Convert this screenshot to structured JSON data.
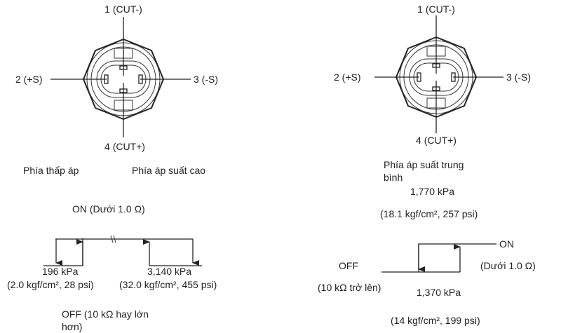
{
  "connectors": [
    {
      "pin1": "1 (CUT-)",
      "pin2": "2 (+S)",
      "pin3": "3 (-S)",
      "pin4": "4 (CUT+)"
    },
    {
      "pin1": "1 (CUT-)",
      "pin2": "2 (+S)",
      "pin3": "3 (-S)",
      "pin4": "4 (CUT+)"
    }
  ],
  "left": {
    "low_side_label": "Phía thấp áp",
    "high_side_label": "Phía áp suất cao",
    "on_label": "ON (Dưới 1.0 Ω)",
    "low_value": "196 kPa",
    "low_units": "(2.0 kgf/cm², 28 psi)",
    "high_value": "3,140 kPa",
    "high_units": "(32.0 kgf/cm², 455 psi)",
    "off_label_line1": "OFF (10 kΩ hay lớn",
    "off_label_line2": "hơn)"
  },
  "right": {
    "title_line1": "Phía áp suất trung",
    "title_line2": "bình",
    "on_value": "1,770 kPa",
    "on_units": "(18.1 kgf/cm², 257 psi)",
    "on_label": "ON",
    "on_resistance": "(Dưới 1.0 Ω)",
    "off_label": "OFF",
    "off_resistance": "(10 kΩ trở lên)",
    "off_value": "1,370 kPa",
    "off_units": "(14 kgf/cm², 199 psi)"
  }
}
